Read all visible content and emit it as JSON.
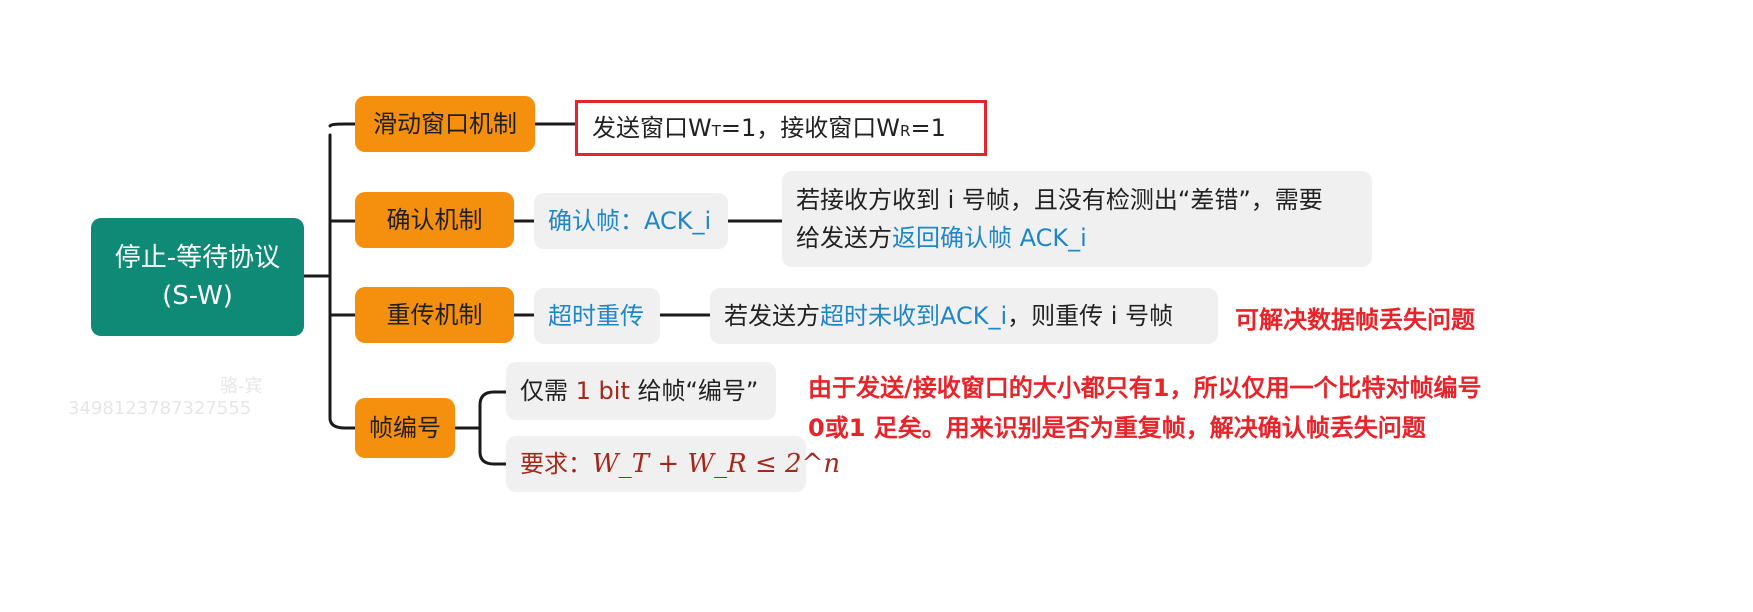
{
  "root": {
    "line1": "停止-等待协议",
    "line2": "(S-W)"
  },
  "branches": {
    "window": {
      "label": "滑动窗口机制",
      "detail": {
        "part1": "发送窗口W",
        "sub1": "T",
        "part2": "=1，接收窗口W",
        "sub2": "R",
        "part3": "=1"
      }
    },
    "ack": {
      "label": "确认机制",
      "child": "确认帧：ACK_i",
      "detail": {
        "line1": "若接收方收到 i 号帧，且没有检测出“差错”，需要",
        "line2_prefix": "给发送方",
        "line2_highlight": "返回确认帧 ACK_i"
      }
    },
    "retransmit": {
      "label": "重传机制",
      "child": "超时重传",
      "detail": {
        "prefix": "若发送方",
        "highlight": "超时未收到ACK_i",
        "suffix": "，则重传 i 号帧"
      },
      "note": "可解决数据帧丢失问题"
    },
    "numbering": {
      "label": "帧编号",
      "child1": {
        "prefix": "仅需 ",
        "highlight": "1 bit",
        "suffix": " 给帧“编号”"
      },
      "child2": {
        "prefix": "要求：",
        "formula": "W_T + W_R ≤ 2^n"
      },
      "note": {
        "line1": "由于发送/接收窗口的大小都只有1，所以仅用一个比特对帧编号",
        "line2": "0或1 足矣。用来识别是否为重复帧，解决确认帧丢失问题"
      }
    }
  },
  "watermark": {
    "line1": "骆-宾",
    "line2": "3498123787327555"
  },
  "colors": {
    "root": "#0f8a76",
    "branch": "#f5900e",
    "leaf": "#f0f0f0",
    "highlight_blue": "#1f86c8",
    "note_red": "#e8242b",
    "box_red": "#e3262d"
  }
}
